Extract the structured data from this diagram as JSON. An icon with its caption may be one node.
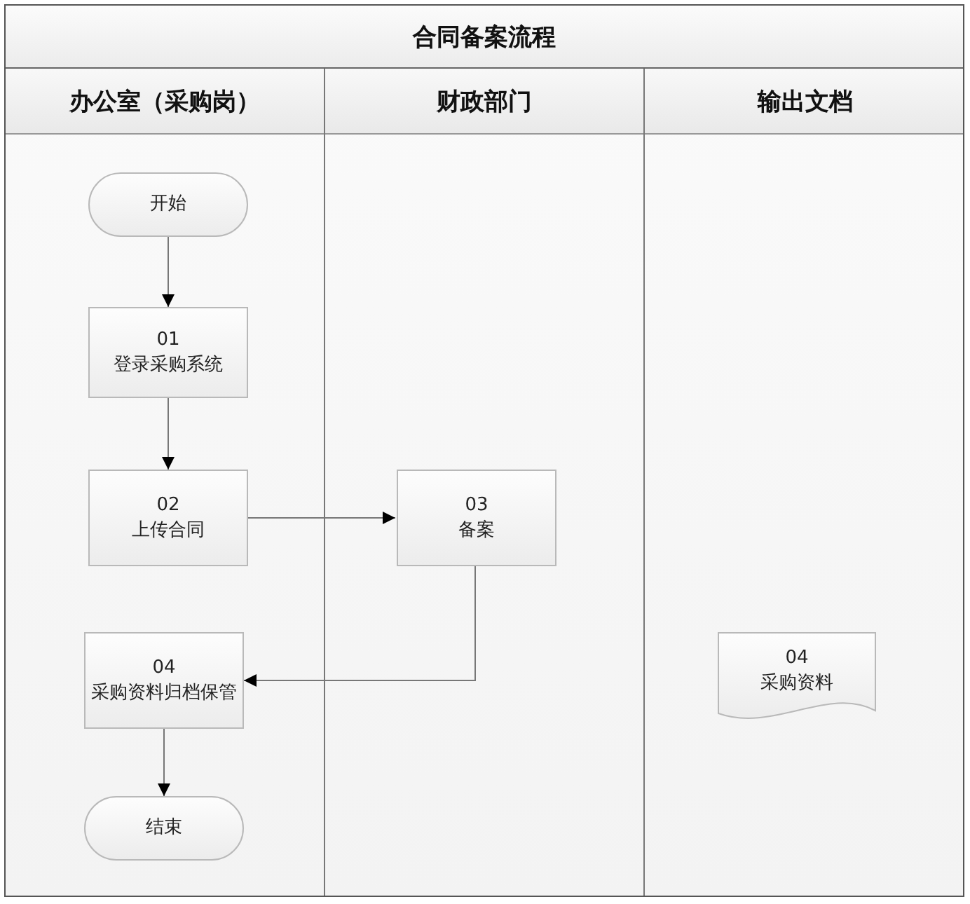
{
  "diagram": {
    "nodes": [
      {
        "text": [
          "合同备案流程"
        ]
      },
      {
        "text": [
          "办公室（采购岗）"
        ],
        "in": 0
      },
      {
        "text": [
          "财政部门"
        ],
        "in": 0
      },
      {
        "text": [
          "输出文档"
        ],
        "in": 0
      },
      {
        "text": [
          "开始"
        ],
        "in": 1
      },
      {
        "text": [
          "01",
          "登录采购系统"
        ],
        "in": 1
      },
      {
        "text": [
          "02",
          "上传合同"
        ],
        "in": 1
      },
      {
        "text": [
          "03",
          "备案"
        ],
        "in": 2
      },
      {
        "text": [
          "04",
          "采购资料归档保管"
        ],
        "in": 1
      },
      {
        "text": [
          "结束"
        ],
        "in": 1
      },
      {
        "text": [
          "04",
          "采购资料"
        ],
        "in": 3
      }
    ],
    "edges": [
      {
        "from": 4,
        "to": 5,
        "arrow": "to"
      },
      {
        "from": 5,
        "to": 6,
        "arrow": "to"
      },
      {
        "from": 6,
        "to": 7,
        "arrow": "to"
      },
      {
        "from": 7,
        "to": 8,
        "arrow": "to"
      },
      {
        "from": 8,
        "to": 9,
        "arrow": "to"
      }
    ]
  }
}
